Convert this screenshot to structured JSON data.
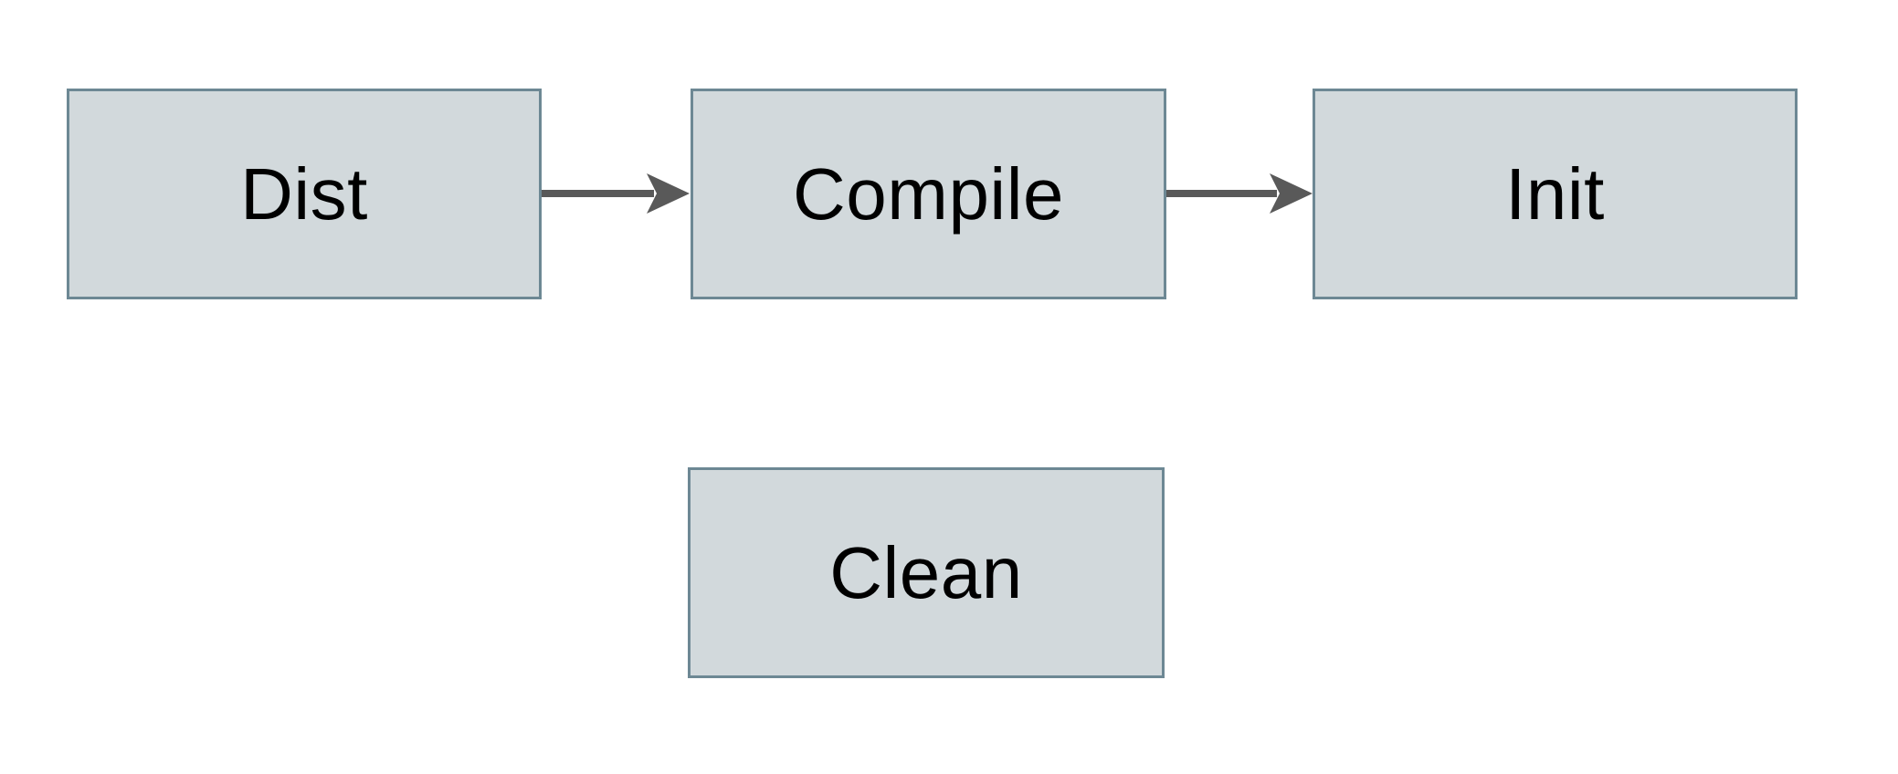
{
  "diagram": {
    "nodes": [
      {
        "id": "dist",
        "label": "Dist"
      },
      {
        "id": "compile",
        "label": "Compile"
      },
      {
        "id": "init",
        "label": "Init"
      },
      {
        "id": "clean",
        "label": "Clean"
      }
    ],
    "edges": [
      {
        "from": "dist",
        "to": "compile"
      },
      {
        "from": "compile",
        "to": "init"
      }
    ],
    "colors": {
      "page_bg": "#ffffff",
      "node_fill": "#d2d9dc",
      "node_border": "#6d8894",
      "arrow": "#595959",
      "label_text": "#000000"
    }
  }
}
